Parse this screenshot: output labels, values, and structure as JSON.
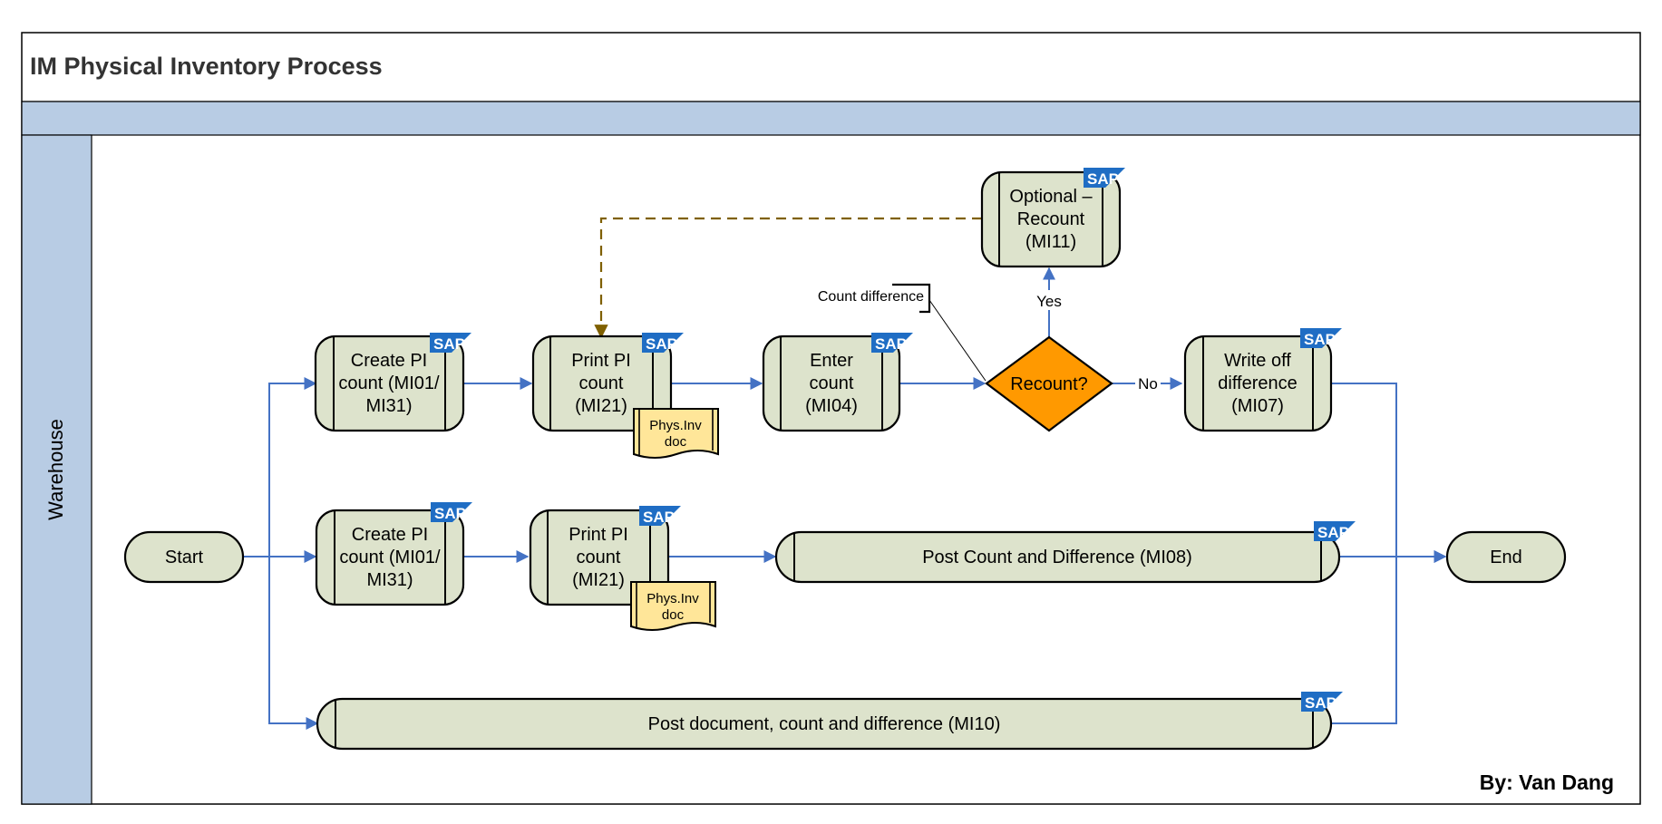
{
  "title": "IM Physical Inventory Process",
  "lane": {
    "label": "Warehouse"
  },
  "author": "By: Van Dang",
  "sap_badge": "SAP",
  "colors": {
    "frame_border": "#000000",
    "lane_fill": "#b8cce4",
    "process_fill": "#dde3cc",
    "decision_fill": "#ff9900",
    "document_fill": "#ffe699",
    "flow_line": "#4472c4",
    "dashed_line": "#7f6000",
    "sap_blue": "#1f6dc4"
  },
  "nodes": {
    "start": "Start",
    "end": "End",
    "create_pi_1": [
      "Create PI",
      "count (MI01/",
      "MI31)"
    ],
    "print_pi_1": [
      "Print PI",
      "count",
      "(MI21)"
    ],
    "enter_count": [
      "Enter",
      "count",
      "(MI04)"
    ],
    "recount": "Recount?",
    "optional_recount": [
      "Optional –",
      "Recount",
      "(MI11)"
    ],
    "write_off": [
      "Write off",
      "difference",
      "(MI07)"
    ],
    "create_pi_2": [
      "Create PI",
      "count (MI01/",
      "MI31)"
    ],
    "print_pi_2": [
      "Print PI",
      "count",
      "(MI21)"
    ],
    "post_count_diff": "Post Count and Difference (MI08)",
    "post_document": "Post document, count and difference (MI10)",
    "phys_doc_1": [
      "Phys.Inv",
      "doc"
    ],
    "phys_doc_2": [
      "Phys.Inv",
      "doc"
    ]
  },
  "annotations": {
    "count_difference": "Count difference",
    "yes": "Yes",
    "no": "No"
  }
}
